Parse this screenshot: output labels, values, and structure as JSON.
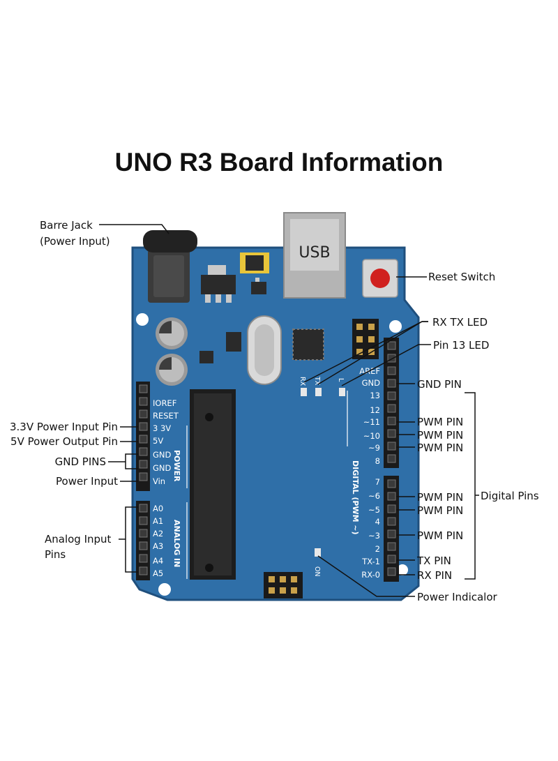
{
  "title": "UNO R3 Board Information",
  "board": {
    "usb_label": "USB",
    "power_header": [
      "IOREF",
      "RESET",
      "3 3V",
      "5V",
      "GND",
      "GND",
      "Vin"
    ],
    "analog_header": [
      "A0",
      "A1",
      "A2",
      "A3",
      "A4",
      "A5"
    ],
    "power_section": "POWER",
    "analog_section": "ANALOG IN",
    "digital_section": "DIGITAL (PWM ~)",
    "upper_digital": [
      "AREF",
      "GND",
      "13",
      "12",
      "~11",
      "~10",
      "~9",
      "8"
    ],
    "lower_digital": [
      "7",
      "~6",
      "~5",
      "4",
      "~3",
      "2",
      "TX-1",
      "RX-0"
    ],
    "led_rx": "RX",
    "led_tx": "TX",
    "led_l": "L",
    "led_on": "ON"
  },
  "callouts": {
    "barrel_jack_line1": "Barre Jack",
    "barrel_jack_line2": "(Power Input)",
    "reset_switch": "Reset Switch",
    "rx_tx_led": "RX TX LED",
    "pin13_led": "Pin 13 LED",
    "gnd_pin": "GND PIN",
    "pwm_11": "PWM PIN",
    "pwm_10": "PWM PIN",
    "pwm_9": "PWM PIN",
    "pwm_6": "PWM PIN",
    "pwm_5": "PWM PIN",
    "pwm_3": "PWM PIN",
    "tx_pin": "TX PIN",
    "rx_pin": "RX PIN",
    "digital_pins": "Digital Pins",
    "power_indicator": "Power Indicalor",
    "v33_input": "3.3V Power Input Pin",
    "v5_output": "5V Power Output Pin",
    "gnd_pins": "GND PINS",
    "power_input": "Power Input",
    "analog_line1": "Analog Input",
    "analog_line2": "Pins"
  },
  "colors": {
    "board": "#2f6fa8",
    "board_edge": "#1f4f7d",
    "header": "#1a1a1a",
    "reset_button": "#d0211f",
    "led": "#e8e8e8"
  }
}
